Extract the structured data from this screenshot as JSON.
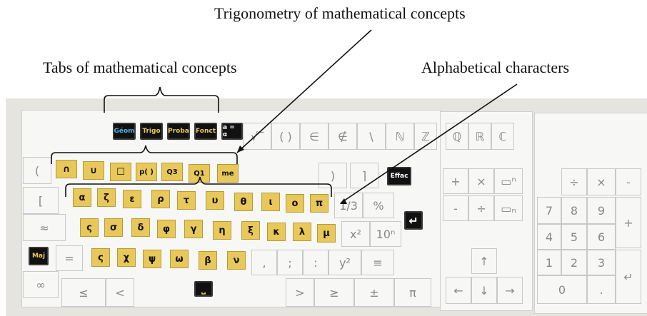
{
  "annotations": {
    "trigonometry": "Trigonometry of mathematical concepts",
    "tabs": "Tabs of mathematical concepts",
    "alphabetical": "Alphabetical characters"
  },
  "tabs": [
    "Géom",
    "Trigo",
    "Proba",
    "Fonct",
    "a = α"
  ],
  "trigo_keys": [
    "∩",
    "∪",
    "☐",
    "p( )",
    "Q3",
    "Q1",
    "me"
  ],
  "greek_row1": [
    "α",
    "ζ",
    "ε",
    "ρ",
    "τ",
    "υ",
    "θ",
    "ι",
    "ο",
    "π"
  ],
  "greek_row2": [
    "ς",
    "σ",
    "δ",
    "φ",
    "γ",
    "η",
    "ξ",
    "κ",
    "λ",
    "μ"
  ],
  "greek_row3": [
    "ς",
    "χ",
    "ψ",
    "ω",
    "β",
    "ν"
  ],
  "special_keys": {
    "effac": "Effac",
    "maj": "Maj",
    "enter_icon": "↵",
    "space_icon": "⎵"
  },
  "handwritten": {
    "row_top": [
      "√‾",
      "( )",
      "∈",
      "∉",
      "\\",
      "ℕ",
      "ℤ",
      "ℚ",
      "ℝ",
      "ℂ"
    ],
    "left_col": [
      "(",
      "[",
      "≈",
      "",
      "∞"
    ],
    "row3_right": [
      "1/3",
      "%"
    ],
    "row4_right": [
      "x²",
      "10ⁿ"
    ],
    "row5_mid": [
      "=",
      ",",
      ";",
      ":",
      "y²",
      "≡"
    ],
    "row6": [
      "≤",
      "<",
      ">",
      "≥",
      "±",
      "π"
    ],
    "ops": [
      "+",
      "×",
      "▭ⁿ",
      "-",
      "÷",
      "▭ₙ"
    ],
    "arrows": [
      "↑",
      "←",
      "↓",
      "→"
    ],
    "numpad_top": [
      "÷",
      "×",
      "-"
    ],
    "numpad_digits": [
      "7",
      "8",
      "9",
      "4",
      "5",
      "6",
      "1",
      "2",
      "3",
      "0",
      "."
    ],
    "numpad_plus": "+",
    "numpad_enter": "↵",
    "paren_right": [
      ")",
      "⌉"
    ]
  }
}
